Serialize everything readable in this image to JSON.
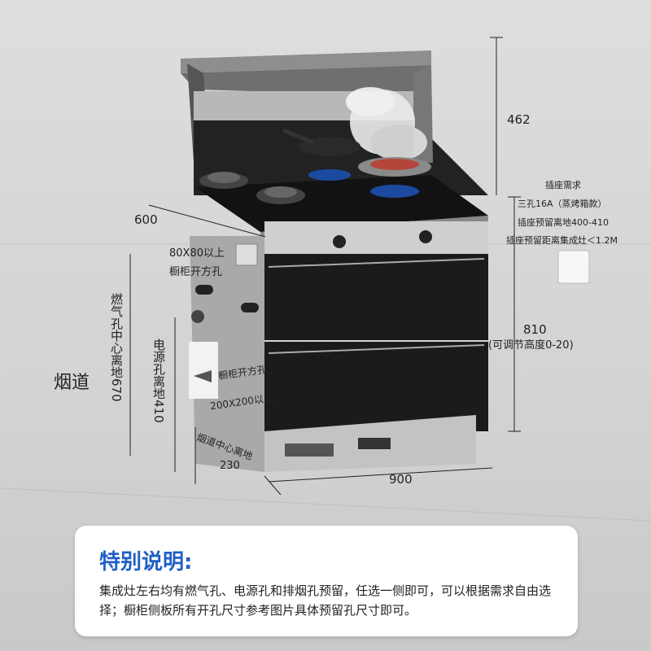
{
  "dimensions": {
    "top_height": "462",
    "depth": "600",
    "width": "900",
    "body_height": "810",
    "body_height_note": "(可调节高度0-20)",
    "flue_center_height": "230"
  },
  "socket_requirements": {
    "title": "插座需求",
    "line1": "三孔16A（蒸烤箱款）",
    "line2": "插座预留离地400-410",
    "line3": "插座预留距离集成灶＜1.2M"
  },
  "side_labels": {
    "gas_hole_size": "80X80以上",
    "gas_hole_name": "橱柜开方孔",
    "gas_hole_height": "燃气孔中心离地670",
    "power_hole_height": "电源孔离地410",
    "flue": "烟道",
    "flue_hole_name": "橱柜开方孔",
    "flue_hole_size": "200X200以上",
    "flue_center_label": "烟道中心离地"
  },
  "notice": {
    "title": "特别说明:",
    "body": "集成灶左右均有燃气孔、电源孔和排烟孔预留，任选一侧即可，可以根据需求自由选择；橱柜侧板所有开孔尺寸参考图片具体预留孔尺寸即可。"
  },
  "colors": {
    "accent": "#1f5fc4",
    "appliance_dark": "#1b1b1d",
    "appliance_steel": "#9c9c9c"
  }
}
